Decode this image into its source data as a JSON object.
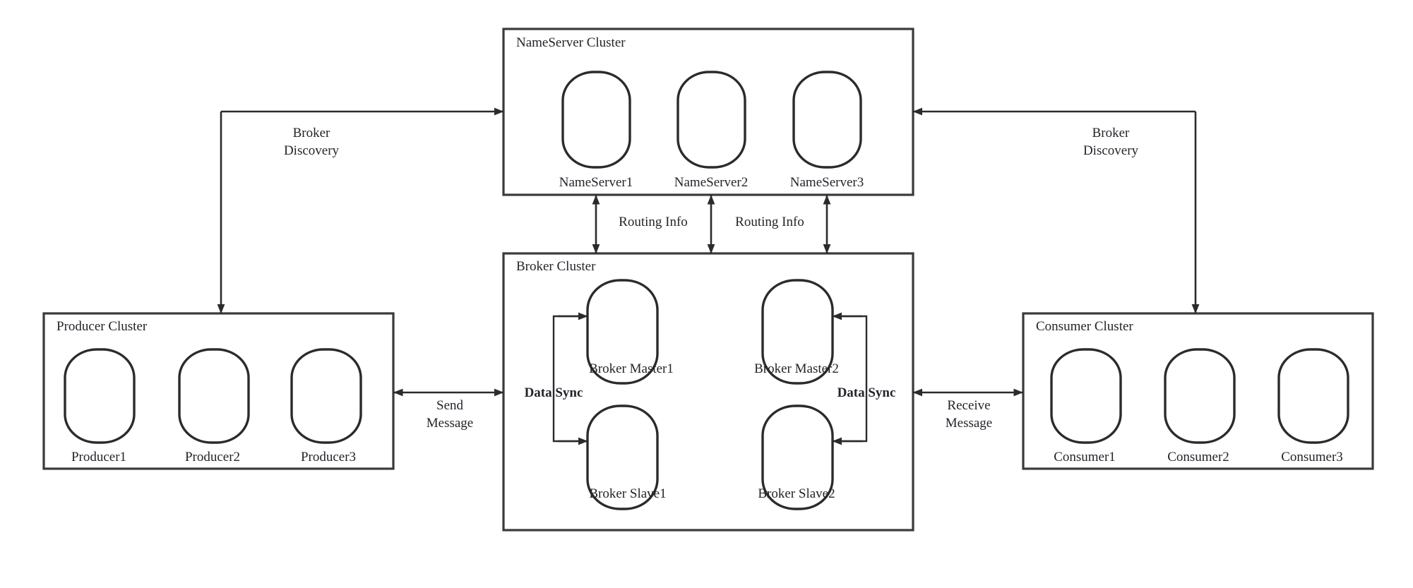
{
  "diagram": {
    "title": "RocketMQ Cluster Architecture",
    "colors": {
      "background": "#ffffff",
      "box_stroke": "#3a3a3a",
      "node_stroke": "#2b2b2b",
      "line_stroke": "#2b2b2b",
      "text": "#23252b"
    },
    "clusters": {
      "nameserver": {
        "title": "NameServer Cluster",
        "nodes": [
          {
            "label": "NameServer1"
          },
          {
            "label": "NameServer2"
          },
          {
            "label": "NameServer3"
          }
        ]
      },
      "broker": {
        "title": "Broker Cluster",
        "nodes": [
          {
            "label": "Broker Master1"
          },
          {
            "label": "Broker Master2"
          },
          {
            "label": "Broker Slave1"
          },
          {
            "label": "Broker Slave2"
          }
        ]
      },
      "producer": {
        "title": "Producer Cluster",
        "nodes": [
          {
            "label": "Producer1"
          },
          {
            "label": "Producer2"
          },
          {
            "label": "Producer3"
          }
        ]
      },
      "consumer": {
        "title": "Consumer Cluster",
        "nodes": [
          {
            "label": "Consumer1"
          },
          {
            "label": "Consumer2"
          },
          {
            "label": "Consumer3"
          }
        ]
      }
    },
    "edges": {
      "broker_discovery_left": {
        "line1": "Broker",
        "line2": "Discovery"
      },
      "broker_discovery_right": {
        "line1": "Broker",
        "line2": "Discovery"
      },
      "routing_info_left": {
        "label": "Routing Info"
      },
      "routing_info_right": {
        "label": "Routing Info"
      },
      "send_message": {
        "line1": "Send",
        "line2": "Message"
      },
      "receive_message": {
        "line1": "Receive",
        "line2": "Message"
      },
      "data_sync_left": {
        "label": "Data Sync"
      },
      "data_sync_right": {
        "label": "Data Sync"
      }
    }
  }
}
